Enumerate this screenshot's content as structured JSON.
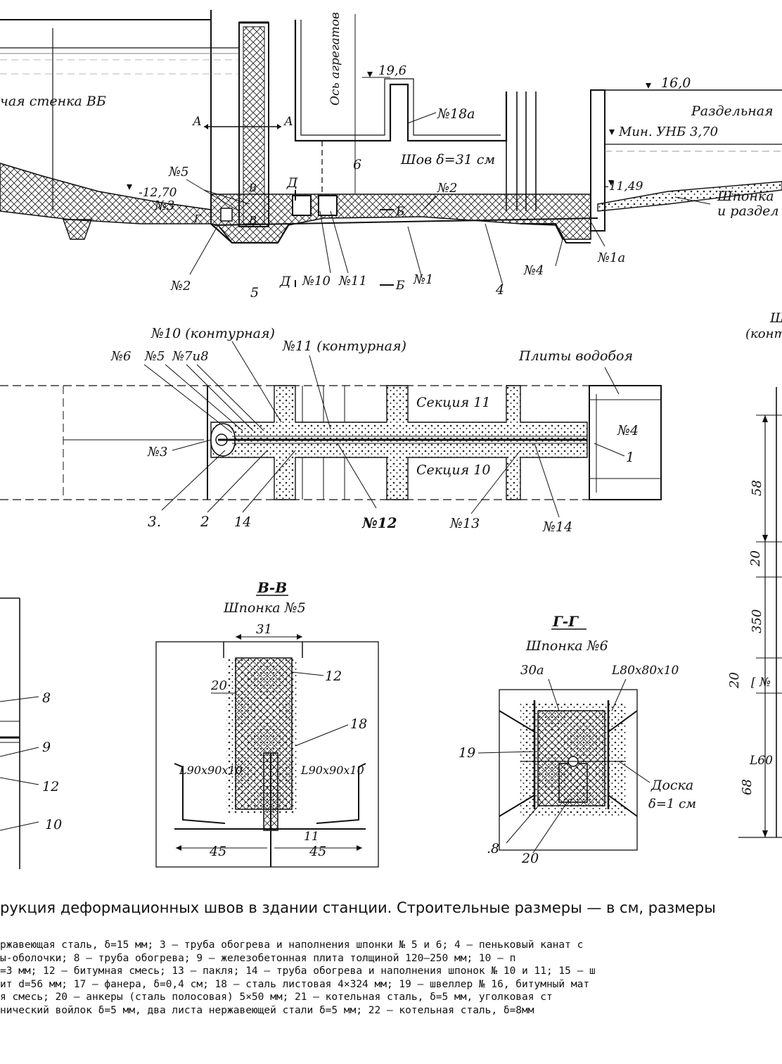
{
  "labels": {
    "wall": "чая стенка ВБ",
    "axis": "Ось агрегатов",
    "elev_196": "19,6",
    "elev_160": "16,0",
    "separator": "Раздельная",
    "min_unb": "Мин. УНБ  3,70",
    "elev_1270": "-12,70",
    "elev_1149": "-11,49",
    "key_section": "Шпонка",
    "and_separator": "и раздел",
    "seam": "Шов δ=31 см",
    "n18a": "№18а",
    "n5": "№5",
    "n3": "№3",
    "n2": "№2",
    "n2b": "№2",
    "n1": "№1",
    "n1a": "№1а",
    "n4": "№4",
    "n10": "№10",
    "n11": "№11",
    "five": "5",
    "four": "4",
    "six": "6",
    "A": "А",
    "V": "В",
    "G": "Г",
    "D": "Д",
    "B": "Б",
    "n10c": "№10 (контурная)",
    "n11c": "№11 (контурная)",
    "n6": "№6",
    "n5b": "№5",
    "n7i8": "№7и8",
    "plates": "Плиты водобоя",
    "sec11": "Секция 11",
    "sec10": "Секция 10",
    "n4b": "№4",
    "n3b": "№3",
    "one": "1",
    "three": "3.",
    "two": "2",
    "fourteen": "14",
    "n12": "№12",
    "n13": "№13",
    "n14": "№14",
    "sh_right": "Ш",
    "kon_right": "(конт",
    "vv_title": "В-В",
    "vv_sub": "Шпонка №5",
    "d31": "31",
    "d20": "20",
    "d12": "12",
    "d18": "18",
    "ang1": "L90x90x10",
    "ang2": "L90x90x10",
    "d11": "11",
    "d45a": "45",
    "d45b": "45",
    "gg_title": "Г-Г",
    "gg_sub": "Шпонка №6",
    "d30a": "30а",
    "ang3": "L80x80x10",
    "d19": "19",
    "board": "Доска",
    "board2": "δ=1 см",
    "d8": ".8",
    "d20b": "20",
    "left8": "8",
    "left9": "9",
    "left12": "12",
    "left10": "10",
    "r58": "58",
    "r20": "20",
    "r350": "350",
    "r20b": "20",
    "r68": "68",
    "rc": "[ №",
    "rL": "L60"
  },
  "caption": "рукция деформационных швов в здании станции. Строительные размеры — в см, размеры",
  "legend": [
    "ржавеющая сталь, δ=15 мм; 3 — труба обогрева и наполнения шпонки № 5 и 6; 4 — пеньковый канат с",
    "ы-оболочки; 8 — труба обогрева; 9 — железобетонная плита толщиной 120—250 мм; 10 — п",
    "=3 мм; 12 — битумная смесь; 13 — пакля; 14 — труба обогрева и наполнения шпонок № 10 и 11; 15 — ш",
    "ит d=56 мм; 17 — фанера, δ=0,4 см; 18 — сталь листовая 4×324 мм; 19 — швеллер № 16, битумный мат",
    "я смесь; 20 — анкеры (сталь полосовая) 5×50 мм; 21 — котельная сталь, δ=5 мм, уголковая ст",
    "нический войлок δ=5 мм, два листа нержавеющей стали δ=5 мм; 22 — котельная сталь, δ=8мм"
  ]
}
